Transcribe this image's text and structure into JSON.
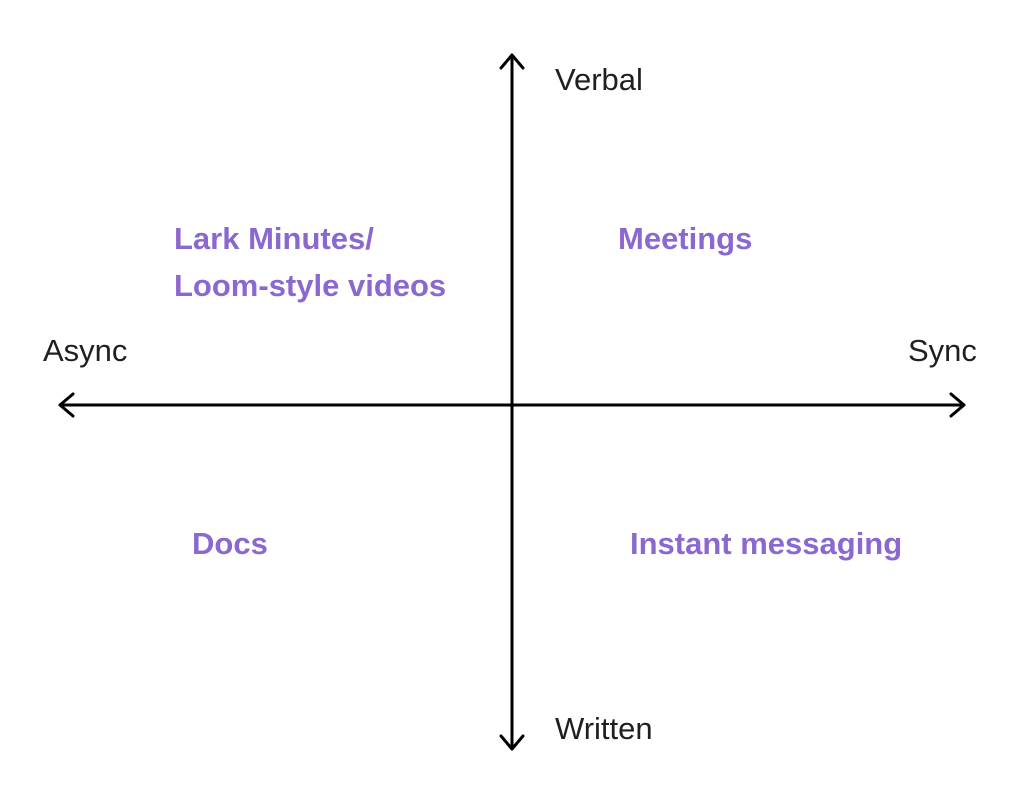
{
  "axes": {
    "top": "Verbal",
    "bottom": "Written",
    "left": "Async",
    "right": "Sync"
  },
  "quadrants": {
    "top_left": [
      "Lark Minutes/",
      "Loom-style videos"
    ],
    "top_right": [
      "Meetings"
    ],
    "bottom_left": [
      "Docs"
    ],
    "bottom_right": [
      "Instant messaging"
    ]
  },
  "colors": {
    "axis_line": "#000000",
    "axis_text": "#1f1f1f",
    "quadrant_text": "#8a68cf"
  }
}
